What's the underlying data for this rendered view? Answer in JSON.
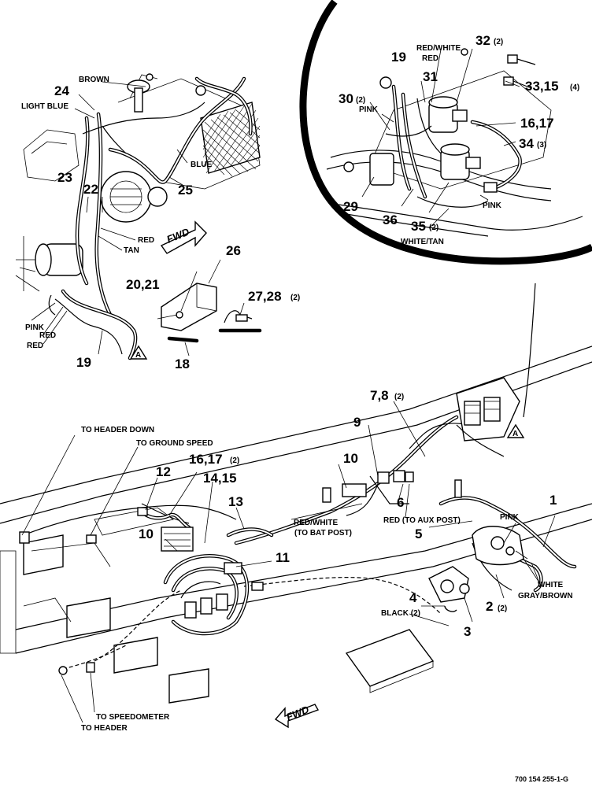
{
  "callouts": [
    {
      "id": "c1",
      "text": "1"
    },
    {
      "id": "c2",
      "text": "2",
      "qty": "(2)"
    },
    {
      "id": "c3",
      "text": "3"
    },
    {
      "id": "c4",
      "text": "4"
    },
    {
      "id": "c5",
      "text": "5"
    },
    {
      "id": "c6",
      "text": "6"
    },
    {
      "id": "c78",
      "text": "7,8",
      "qty": "(2)"
    },
    {
      "id": "c9",
      "text": "9"
    },
    {
      "id": "c10a",
      "text": "10"
    },
    {
      "id": "c10b",
      "text": "10"
    },
    {
      "id": "c11",
      "text": "11"
    },
    {
      "id": "c12",
      "text": "12"
    },
    {
      "id": "c13",
      "text": "13"
    },
    {
      "id": "c1415",
      "text": "14,15"
    },
    {
      "id": "c1617b",
      "text": "16,17",
      "qty": "(2)"
    },
    {
      "id": "c18",
      "text": "18"
    },
    {
      "id": "c19a",
      "text": "19"
    },
    {
      "id": "c19b",
      "text": "19"
    },
    {
      "id": "c2021",
      "text": "20,21"
    },
    {
      "id": "c22",
      "text": "22"
    },
    {
      "id": "c23",
      "text": "23"
    },
    {
      "id": "c24",
      "text": "24"
    },
    {
      "id": "c25",
      "text": "25"
    },
    {
      "id": "c26",
      "text": "26"
    },
    {
      "id": "c2728",
      "text": "27,28",
      "qty": "(2)"
    },
    {
      "id": "c29",
      "text": "29"
    },
    {
      "id": "c30",
      "text": "30",
      "qty": "(2)"
    },
    {
      "id": "c31",
      "text": "31"
    },
    {
      "id": "c32",
      "text": "32",
      "qty": "(2)"
    },
    {
      "id": "c3315",
      "text": "33,15",
      "qty": "(4)"
    },
    {
      "id": "c34",
      "text": "34",
      "qty": "(3)"
    },
    {
      "id": "c35",
      "text": "35",
      "qty": "(2)"
    },
    {
      "id": "c36",
      "text": "36"
    },
    {
      "id": "c1617a",
      "text": "16,17"
    }
  ],
  "labels": {
    "brown": "BROWN",
    "light_blue": "LIGHT BLUE",
    "blue": "BLUE",
    "red_a": "RED",
    "tan": "TAN",
    "pink_a": "PINK",
    "red_b": "RED",
    "red_c": "RED",
    "red_white_top": "RED/WHITE",
    "red_top": "RED",
    "pink_top": "PINK",
    "pink_top2": "PINK",
    "white_tan": "WHITE/TAN",
    "to_header_down": "TO HEADER DOWN",
    "to_ground_speed": "TO GROUND SPEED",
    "red_white_bat": "RED/WHITE",
    "to_bat_post": "(TO BAT POST)",
    "red_aux": "RED (TO AUX POST)",
    "pink_right": "PINK",
    "white": "WHITE",
    "gray_brown": "GRAY/BROWN",
    "black_2": "BLACK (2)",
    "to_speedometer": "TO SPEEDOMETER",
    "to_header": "TO HEADER"
  },
  "connector_letter": "A",
  "fwd": "FWD",
  "drawing_code": "700 154 255-1-G"
}
